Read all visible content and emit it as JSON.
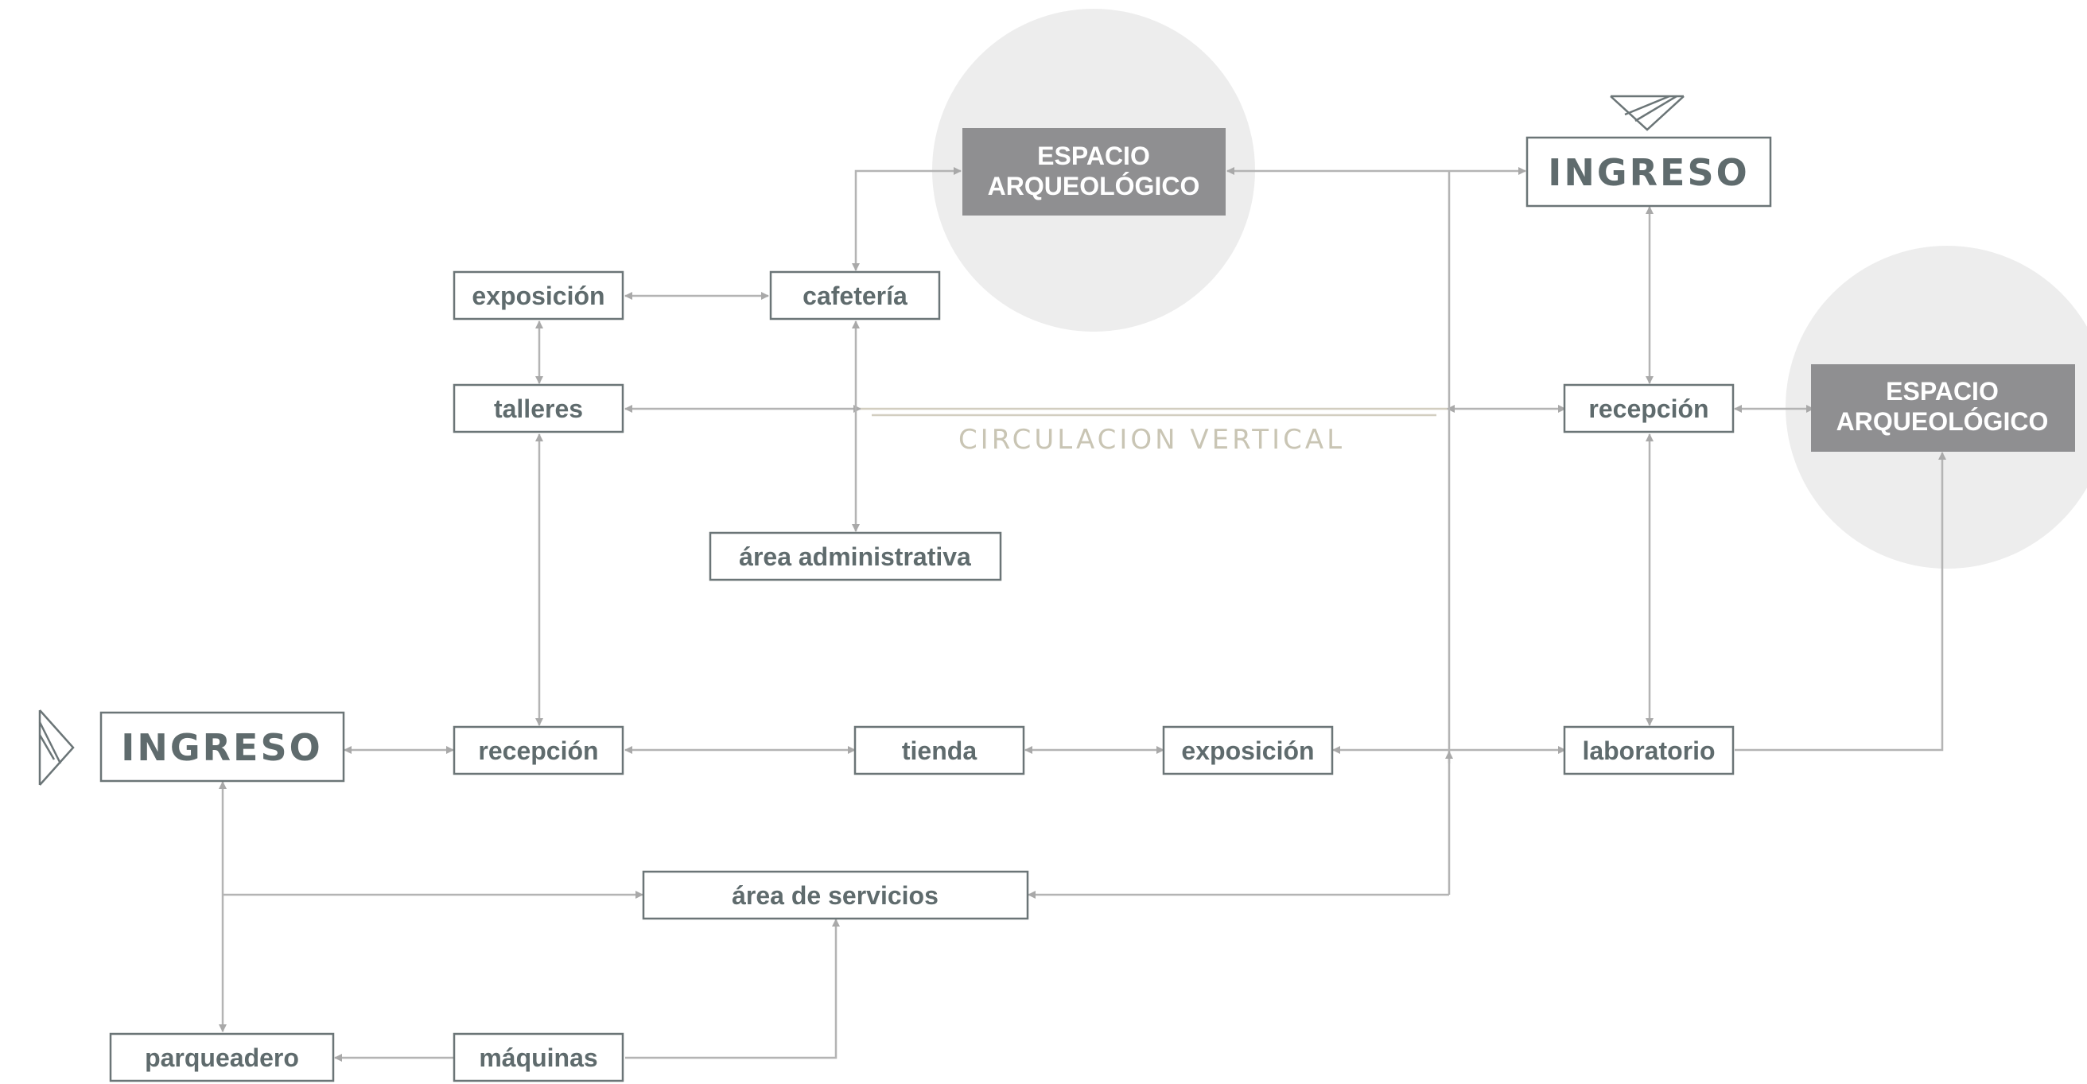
{
  "diagram": {
    "nodes": {
      "espacio_arq_top": {
        "line1": "ESPACIO",
        "line2": "ARQUEOLÓGICO"
      },
      "ingreso_top": "INGRESO",
      "exposicion_top": "exposición",
      "cafeteria": "cafetería",
      "talleres": "talleres",
      "recepcion_right": "recepción",
      "espacio_arq_right": {
        "line1": "ESPACIO",
        "line2": "ARQUEOLÓGICO"
      },
      "area_administrativa": "área administrativa",
      "ingreso_left": "INGRESO",
      "recepcion_left": "recepción",
      "tienda": "tienda",
      "exposicion_bottom": "exposición",
      "laboratorio": "laboratorio",
      "area_servicios": "área de servicios",
      "parqueadero": "parqueadero",
      "maquinas": "máquinas"
    },
    "annotation": "CIRCULACION VERTICAL"
  },
  "colors": {
    "box_border": "#6b7577",
    "text": "#5f6b6d",
    "dark_box": "#8f8f91",
    "halo": "#ededed",
    "connector": "#b4b4b4",
    "circulation_text": "#c9c5b4"
  }
}
